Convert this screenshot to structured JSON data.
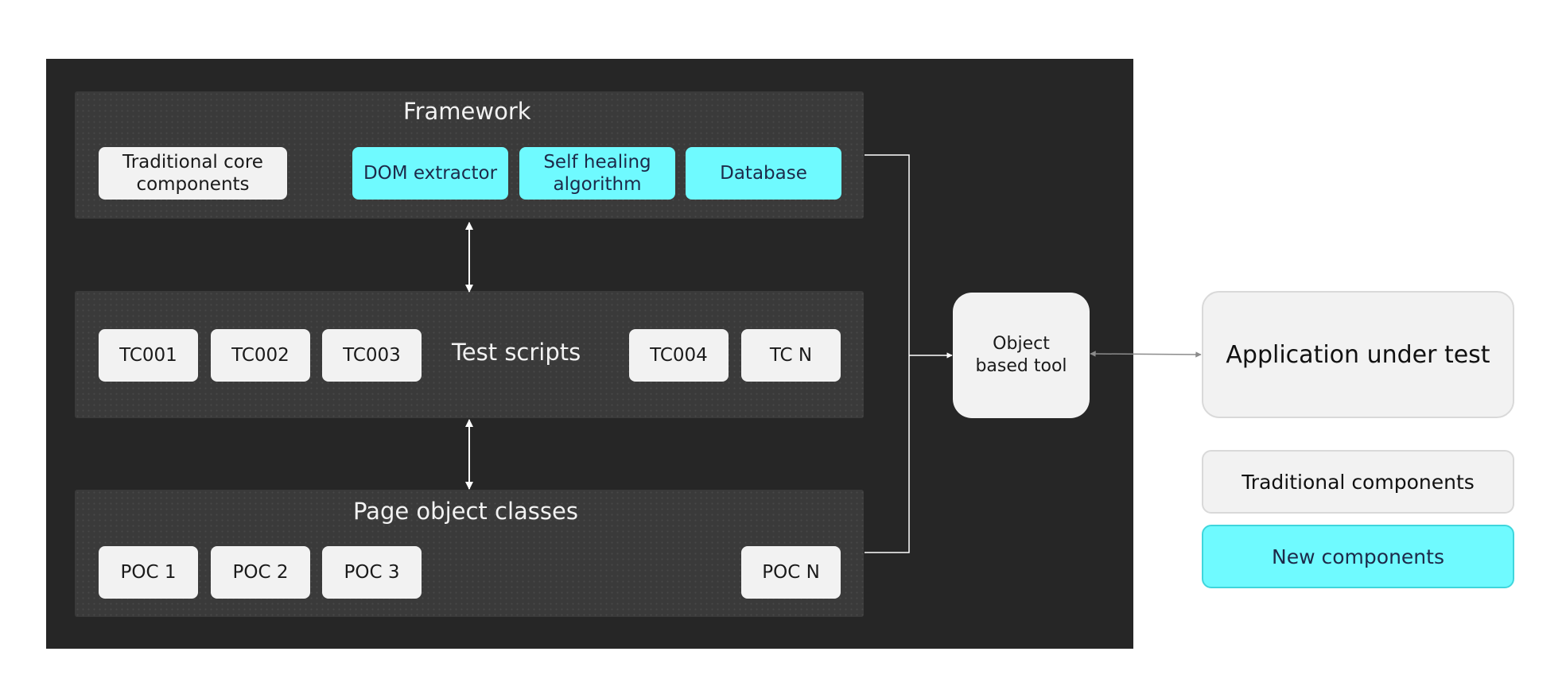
{
  "framework": {
    "title": "Framework",
    "traditional_core": "Traditional core components",
    "dom_extractor": "DOM extractor",
    "self_healing": "Self healing algorithm",
    "database": "Database"
  },
  "test_scripts": {
    "title": "Test scripts",
    "cases": [
      "TC001",
      "TC002",
      "TC003",
      "TC004",
      "TC N"
    ]
  },
  "page_objects": {
    "title": "Page object classes",
    "classes": [
      "POC 1",
      "POC 2",
      "POC 3",
      "POC N"
    ]
  },
  "tool": {
    "label": "Object based tool"
  },
  "application": {
    "label": "Application under test"
  },
  "legend": {
    "traditional": "Traditional components",
    "new": "New components"
  },
  "colors": {
    "panel": "#262626",
    "group": "#3a3a3a",
    "traditional": "#f2f2f2",
    "new": "#6ffaff"
  }
}
